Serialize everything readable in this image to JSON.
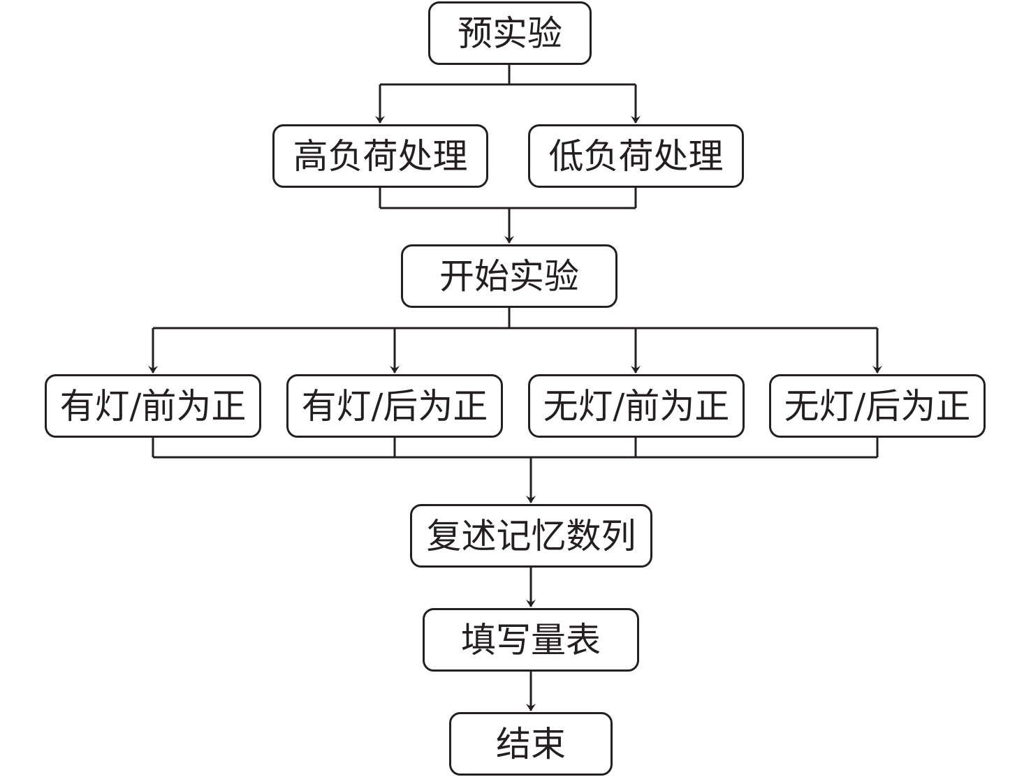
{
  "diagram": {
    "line_color": "#231f20",
    "nodes": {
      "pre_experiment": "预实验",
      "high_load": "高负荷处理",
      "low_load": "低负荷处理",
      "start_experiment": "开始实验",
      "light_forward": "有灯/前为正",
      "light_backward": "有灯/后为正",
      "nolight_forward": "无灯/前为正",
      "nolight_backward": "无灯/后为正",
      "recall_digits": "复述记忆数列",
      "fill_scale": "填写量表",
      "end": "结束"
    },
    "edges": [
      [
        "pre_experiment",
        "high_load"
      ],
      [
        "pre_experiment",
        "low_load"
      ],
      [
        "high_load",
        "start_experiment"
      ],
      [
        "low_load",
        "start_experiment"
      ],
      [
        "start_experiment",
        "light_forward"
      ],
      [
        "start_experiment",
        "light_backward"
      ],
      [
        "start_experiment",
        "nolight_forward"
      ],
      [
        "start_experiment",
        "nolight_backward"
      ],
      [
        "light_forward",
        "recall_digits"
      ],
      [
        "light_backward",
        "recall_digits"
      ],
      [
        "nolight_forward",
        "recall_digits"
      ],
      [
        "nolight_backward",
        "recall_digits"
      ],
      [
        "recall_digits",
        "fill_scale"
      ],
      [
        "fill_scale",
        "end"
      ]
    ]
  }
}
